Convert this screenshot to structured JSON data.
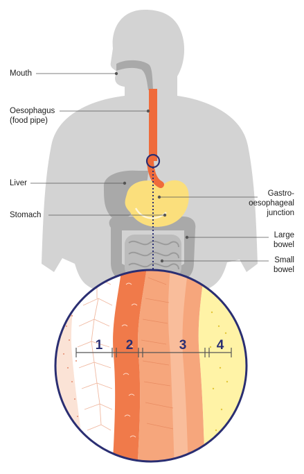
{
  "labels": {
    "mouth": "Mouth",
    "oesophagus_line1": "Oesophagus",
    "oesophagus_line2": "(food pipe)",
    "liver": "Liver",
    "stomach": "Stomach",
    "gastro_line1": "Gastro-",
    "gastro_line2": "oesophageal",
    "gastro_line3": "junction",
    "large_line1": "Large",
    "large_line2": "bowel",
    "small_line1": "Small",
    "small_line2": "bowel"
  },
  "layers": [
    "1",
    "2",
    "3",
    "4"
  ],
  "colors": {
    "body": "#d3d3d3",
    "organs": "#a9a9a9",
    "oesophagus": "#ef6b3b",
    "stomach": "#fbdf7c",
    "outline": "#2a2e72",
    "leader": "#555555",
    "layer_mucosa_light": "#fbe3d6",
    "layer_submucosa": "#ffffff",
    "layer_muscle_inner": "#f07a4a",
    "layer_muscle_outer": "#f6a67c",
    "layer_serosa": "#fff3a6"
  }
}
